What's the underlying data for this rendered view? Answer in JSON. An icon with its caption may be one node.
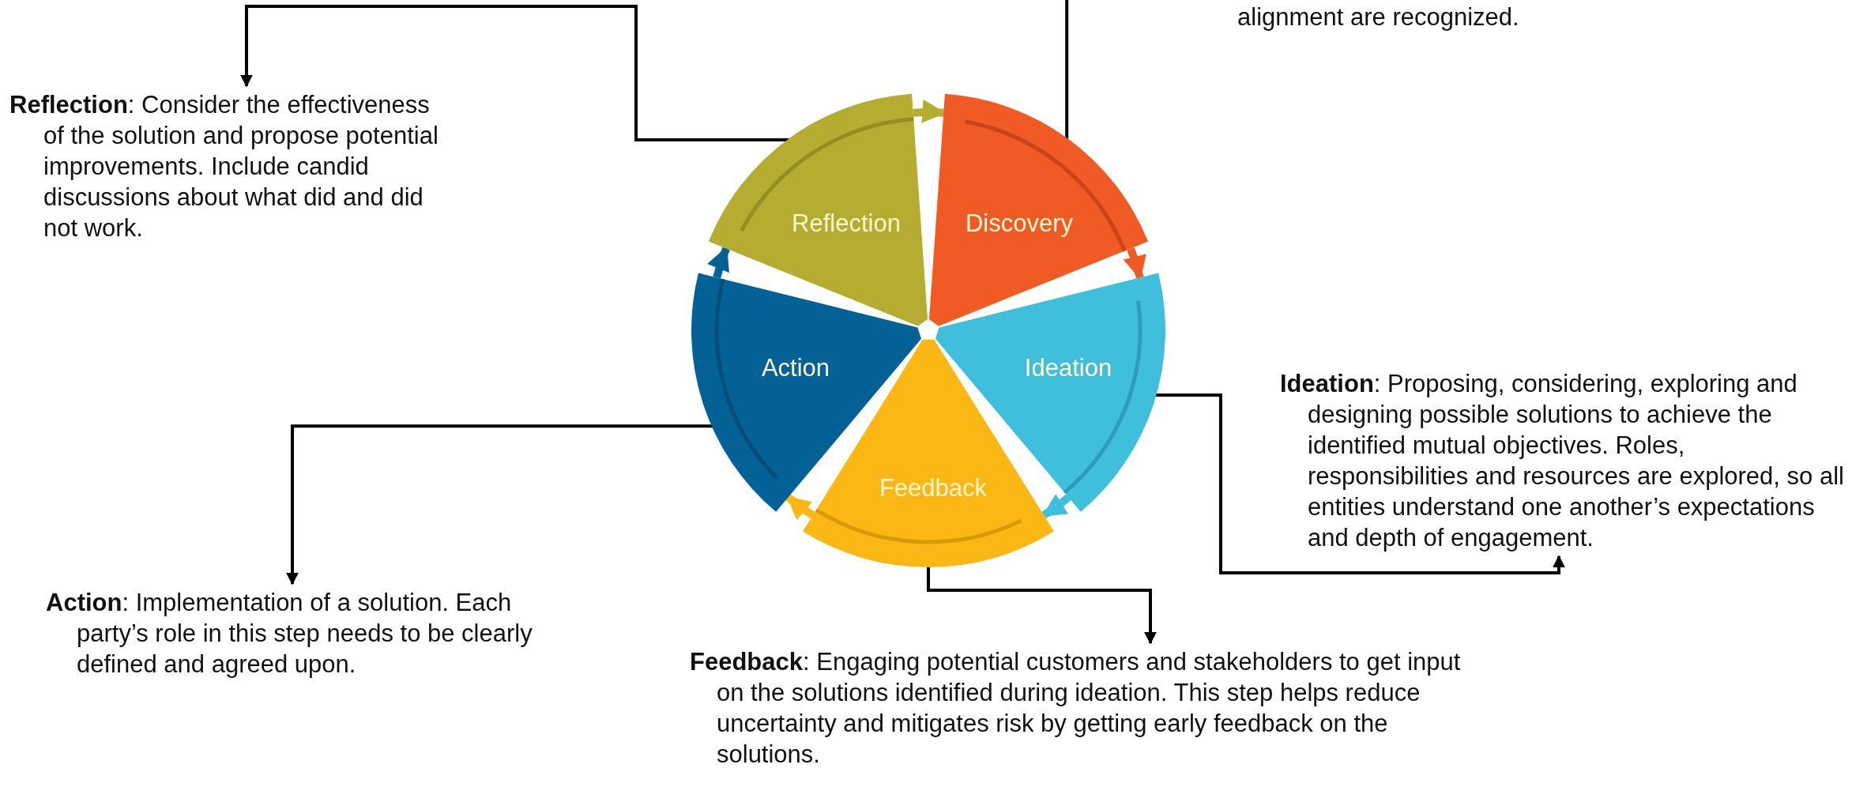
{
  "diagram": {
    "nodes": [
      {
        "text": [
          "Discovery"
        ]
      },
      {
        "text": [
          "Ideation"
        ]
      },
      {
        "text": [
          "Feedback"
        ]
      },
      {
        "text": [
          "Action"
        ]
      },
      {
        "text": [
          "Reflection"
        ]
      },
      {
        "text": [
          "alignment are recognized."
        ]
      },
      {
        "text": [
          "**Ideation**: Proposing, considering, exploring and designing possible solutions to achieve the identified mutual objectives. Roles, responsibilities and resources are explored, so all entities understand one another’s expectations and depth of engagement."
        ]
      },
      {
        "text": [
          "**Feedback**: Engaging potential customers and stakeholders to get input on the solutions identified during ideation. This step helps reduce uncertainty and mitigates risk by getting early feedback on the solutions."
        ]
      },
      {
        "text": [
          "**Action**: Implementation of a solution. Each party’s role in this step needs to be clearly defined and agreed upon."
        ]
      },
      {
        "text": [
          "**Reflection**: Consider the effectiveness of the solution and propose potential improvements. Include candid discussions about what did and did not work."
        ]
      }
    ],
    "edges": [
      {
        "from": 0,
        "to": null,
        "arrow": "none"
      },
      {
        "from": 1,
        "to": 6,
        "arrow": "to"
      },
      {
        "from": 2,
        "to": 7,
        "arrow": "to"
      },
      {
        "from": 3,
        "to": 8,
        "arrow": "to"
      },
      {
        "from": 4,
        "to": 9,
        "arrow": "to"
      },
      {
        "from": 0,
        "to": 1,
        "arrow": "to",
        "style": "thick",
        "color": "#f05a24"
      },
      {
        "from": 1,
        "to": 2,
        "arrow": "to",
        "style": "thick",
        "color": "#40bfdc"
      },
      {
        "from": 2,
        "to": 3,
        "arrow": "to",
        "style": "thick",
        "color": "#fbb714"
      },
      {
        "from": 3,
        "to": 4,
        "arrow": "to",
        "style": "thick",
        "color": "#046196"
      },
      {
        "from": 4,
        "to": 0,
        "arrow": "to",
        "style": "thick",
        "color": "#b5ad32"
      }
    ]
  }
}
